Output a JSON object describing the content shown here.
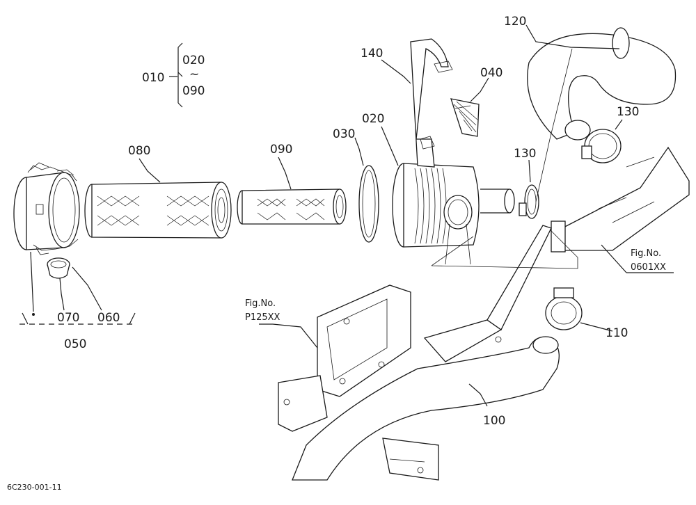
{
  "callouts": {
    "c010": "010",
    "c020_top": "020",
    "c_range": "~",
    "c090_top": "090",
    "c020": "020",
    "c030": "030",
    "c040": "040",
    "c050": "050",
    "c060": "060",
    "c070": "070",
    "c080": "080",
    "c090": "090",
    "c100": "100",
    "c110": "110",
    "c120": "120",
    "c130_a": "130",
    "c130_b": "130",
    "c140": "140"
  },
  "figure_refs": {
    "ref_left_title": "Fig.No.",
    "ref_left_code": "P125XX",
    "ref_right_title": "Fig.No.",
    "ref_right_code": "0601XX"
  },
  "drawing_code": "6C230-001-11"
}
